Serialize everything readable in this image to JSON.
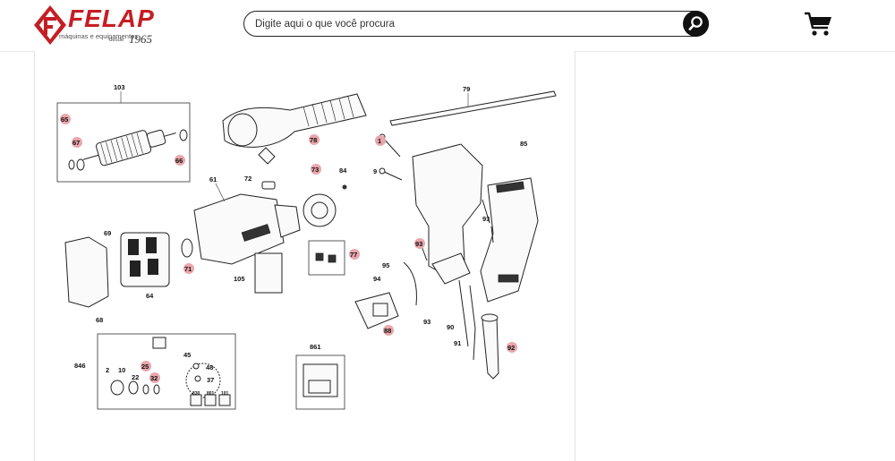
{
  "header": {
    "logo": {
      "name": "FELAP",
      "tagline": "máquinas e equipamentos",
      "since": "desde",
      "year": "1965"
    },
    "search": {
      "placeholder": "Digite aqui o que você procura"
    },
    "icons": {
      "search": "magnifier-icon",
      "cart": "shopping-cart-icon"
    }
  },
  "diagram": {
    "highlight_color": "#e9a6ab",
    "labels": [
      "103",
      "65",
      "67",
      "66",
      "78",
      "79",
      "1",
      "85",
      "9",
      "61",
      "72",
      "73",
      "84",
      "93",
      "69",
      "71",
      "64",
      "68",
      "105",
      "77",
      "95",
      "94",
      "88",
      "90",
      "91",
      "92",
      "846",
      "2",
      "10",
      "22",
      "25",
      "32",
      "45",
      "48",
      "37",
      "861",
      "830",
      "801",
      "101"
    ]
  }
}
